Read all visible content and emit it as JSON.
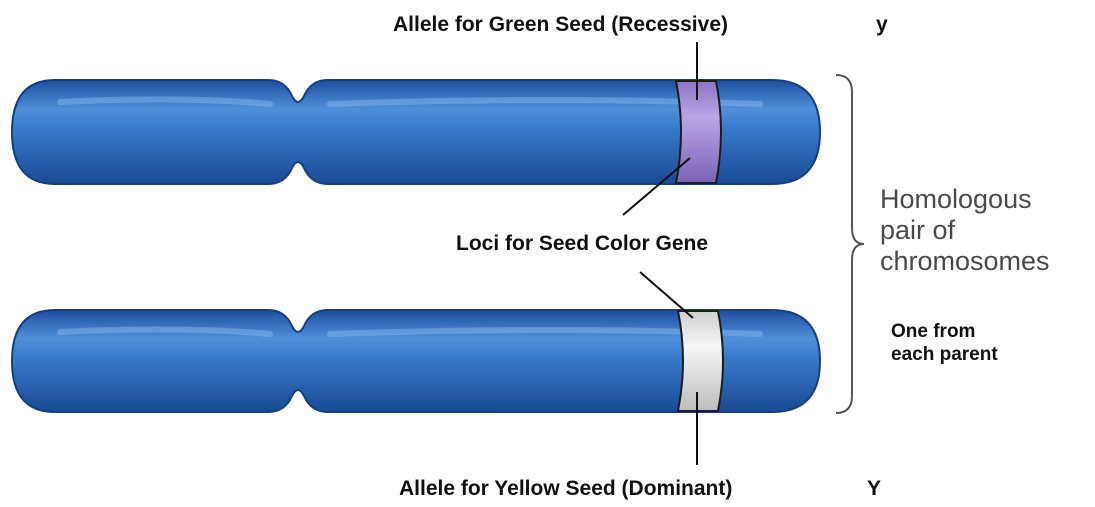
{
  "labels": {
    "top_allele": "Allele for Green Seed (Recessive)",
    "top_symbol": "y",
    "loci": "Loci for Seed Color Gene",
    "bottom_allele": "Allele for Yellow Seed (Dominant)",
    "bottom_symbol": "Y"
  },
  "brace": {
    "line1": "Homologous",
    "line2": "pair of",
    "line3": "chromosomes",
    "note_line1": "One from",
    "note_line2": "each parent"
  },
  "colors": {
    "chromosome": "#2f6fc0",
    "band_green_allele": "#a78fd6",
    "band_yellow_allele": "#e8e8e8"
  }
}
